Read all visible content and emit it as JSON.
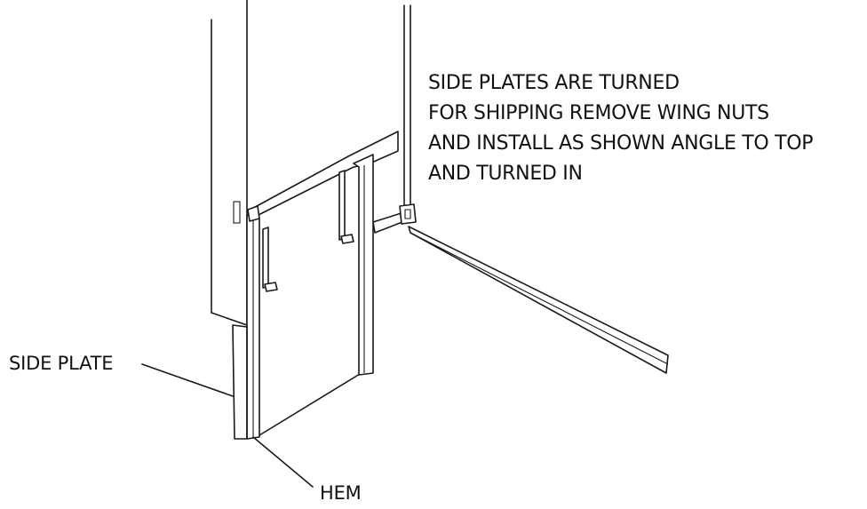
{
  "callouts": {
    "side_plate": "SIDE PLATE",
    "hem": "HEM"
  },
  "note": {
    "line1": "SIDE PLATES ARE TURNED",
    "line2": "FOR SHIPPING REMOVE WING NUTS",
    "line3": "AND INSTALL AS SHOWN ANGLE TO TOP",
    "line4": "AND TURNED IN"
  },
  "colors": {
    "ink": "#1a1a1a",
    "background": "#ffffff"
  }
}
